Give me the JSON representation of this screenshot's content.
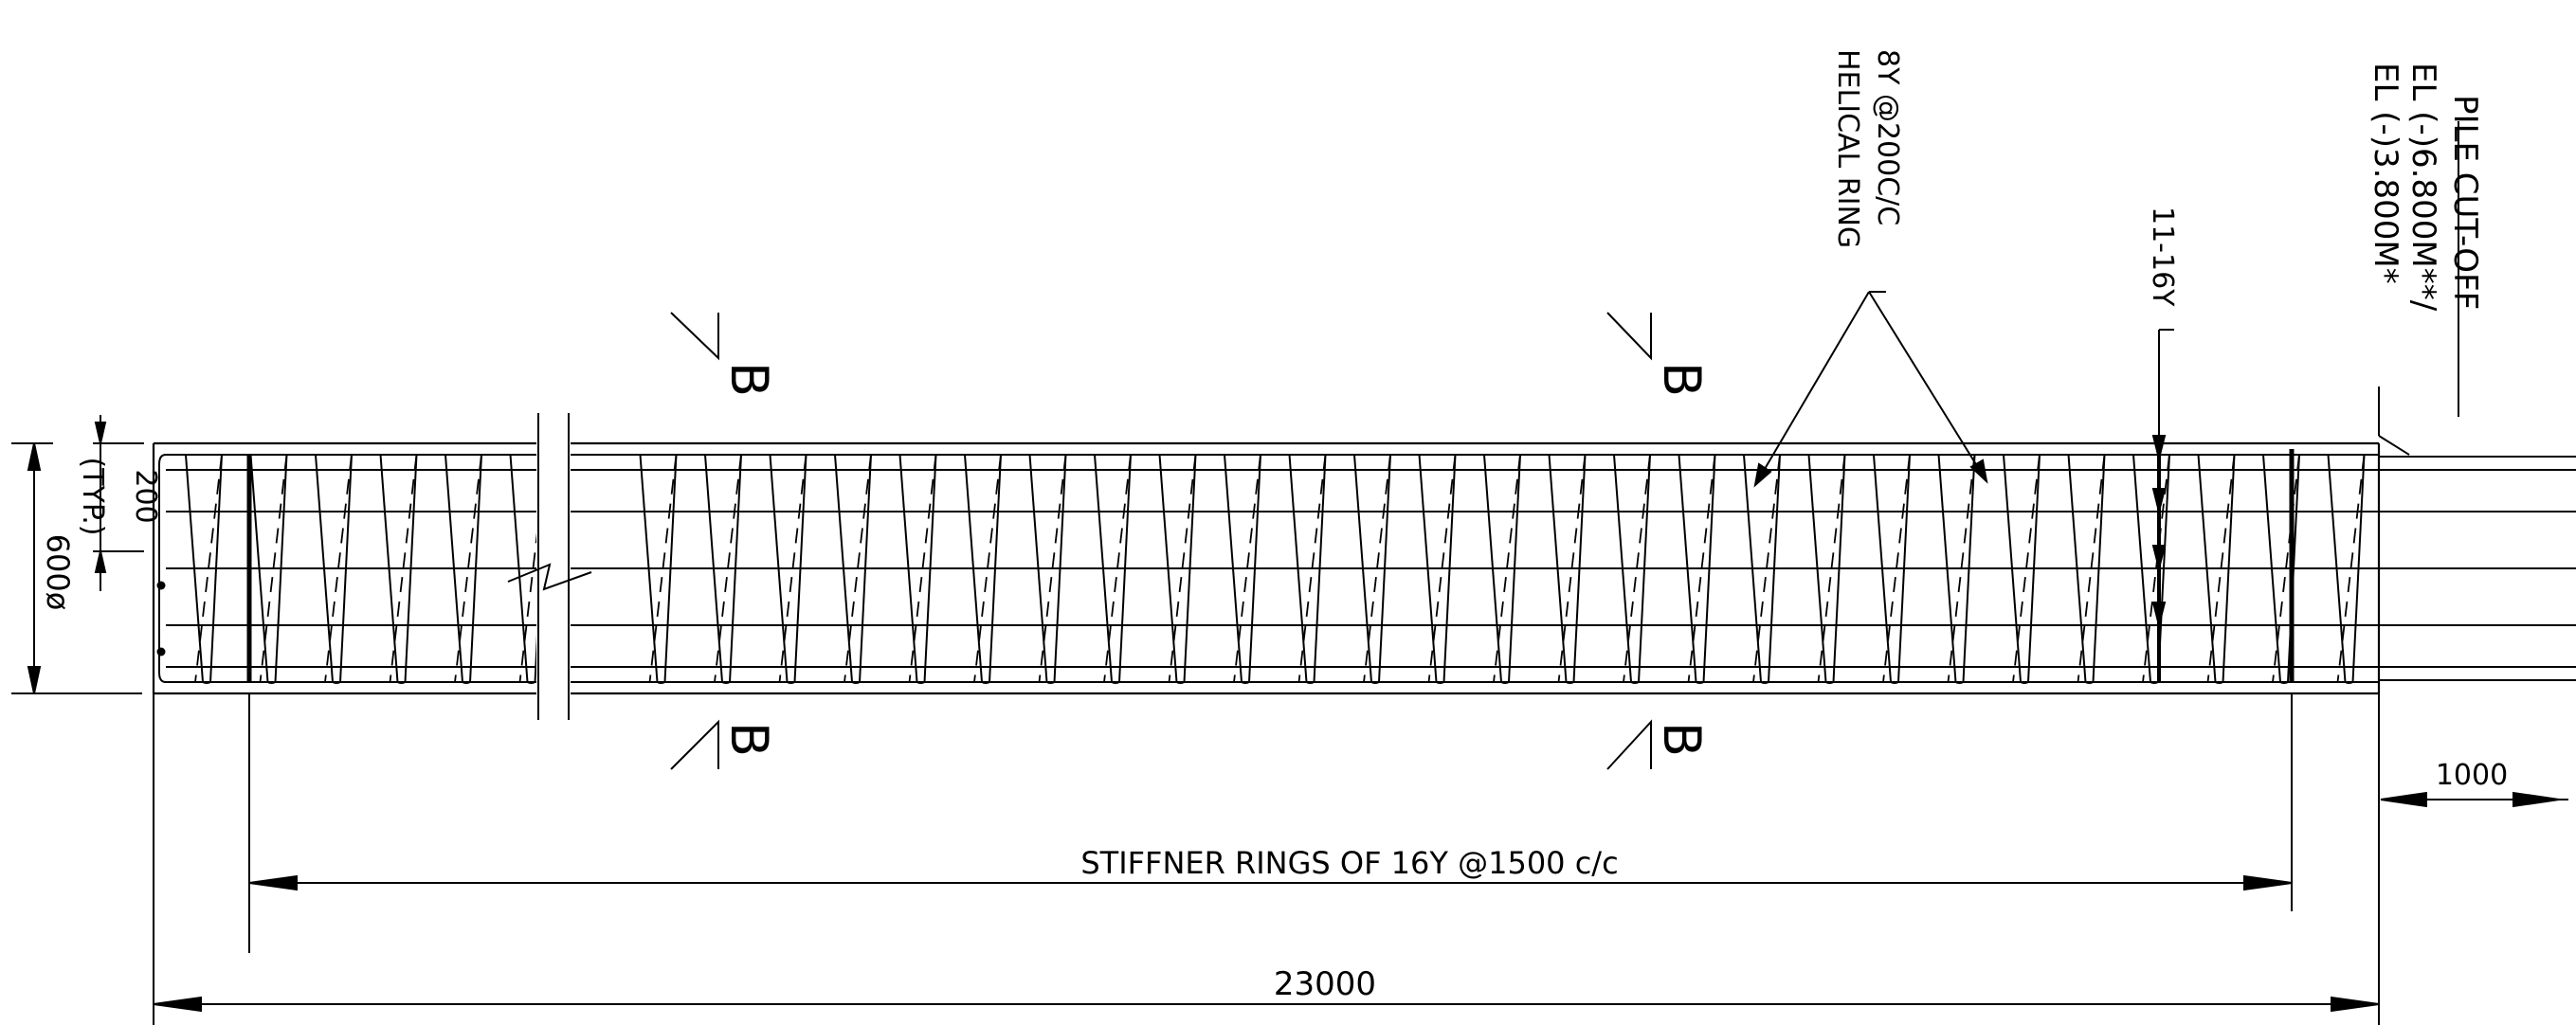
{
  "labels": {
    "pile_cut_off": "PILE CUT-OFF",
    "el_1": "EL (-)6.800M**/",
    "el_2": "EL (-)3.800M*",
    "helical_1": "8Y @200C/C",
    "helical_2": "HELICAL RING",
    "long_bars": "11-16Y",
    "spacing": "200",
    "typ": "(TYP.)",
    "diameter": "600ø",
    "stiffener": "STIFFNER RINGS OF 16Y @1500 c/c",
    "total_length": "23000",
    "extension": "1000",
    "section_mark": "B"
  },
  "colors": {
    "line": "#000000",
    "background": "#ffffff"
  }
}
